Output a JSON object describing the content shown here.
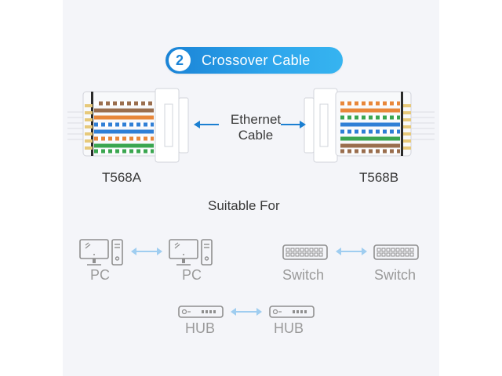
{
  "title": {
    "number": "2",
    "text": "Crossover Cable"
  },
  "cable_label": {
    "line1": "Ethernet",
    "line2": "Cable"
  },
  "connectors": {
    "left_standard": "T568A",
    "right_standard": "T568B"
  },
  "suitable_heading": "Suitable For",
  "pairs": [
    {
      "left": "PC",
      "right": "PC",
      "icon": "pc-icon"
    },
    {
      "left": "Switch",
      "right": "Switch",
      "icon": "switch-icon"
    },
    {
      "left": "HUB",
      "right": "HUB",
      "icon": "hub-icon"
    }
  ],
  "colors": {
    "accent": "#1a83d6",
    "arrow": "#1b7fd1",
    "light_arrow": "#9fcdf0",
    "icon_stroke": "#8f8f8f",
    "wire_orange": "#e8873a",
    "wire_green": "#3aa650",
    "wire_blue": "#2f7fd6",
    "wire_brown": "#9a6e4e"
  }
}
